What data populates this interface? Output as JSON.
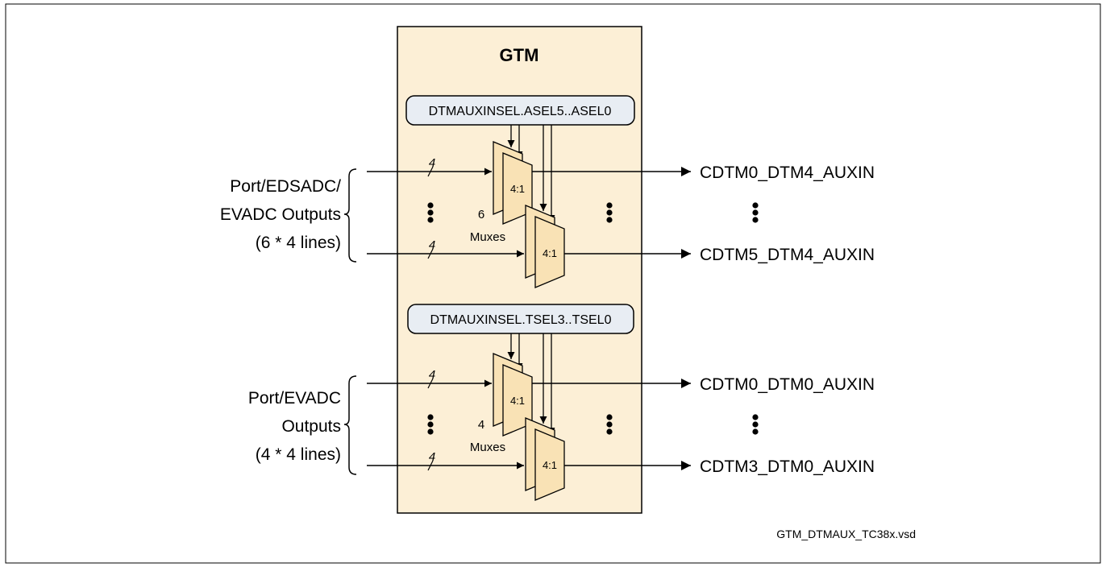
{
  "gtm_title": "GTM",
  "sections": [
    {
      "select_register": "DTMAUXINSEL.ASEL5..ASEL0",
      "input_label": [
        "Port/EDSADC/",
        "EVADC Outputs",
        "(6 * 4 lines)"
      ],
      "bus_width": "4",
      "mux_ratio": "4:1",
      "mux_count": "6",
      "mux_word": "Muxes",
      "outputs": [
        "CDTM0_DTM4_AUXIN",
        "CDTM5_DTM4_AUXIN"
      ]
    },
    {
      "select_register": "DTMAUXINSEL.TSEL3..TSEL0",
      "input_label": [
        "Port/EVADC",
        "Outputs",
        "(4 * 4 lines)"
      ],
      "bus_width": "4",
      "mux_ratio": "4:1",
      "mux_count": "4",
      "mux_word": "Muxes",
      "outputs": [
        "CDTM0_DTM0_AUXIN",
        "CDTM3_DTM0_AUXIN"
      ]
    }
  ],
  "file_name": "GTM_DTMAUX_TC38x.vsd",
  "colors": {
    "gtm_fill": "#fcefd6",
    "mux_fill": "#f9e2b5",
    "register_fill": "#e8edf3",
    "line": "#000000"
  }
}
